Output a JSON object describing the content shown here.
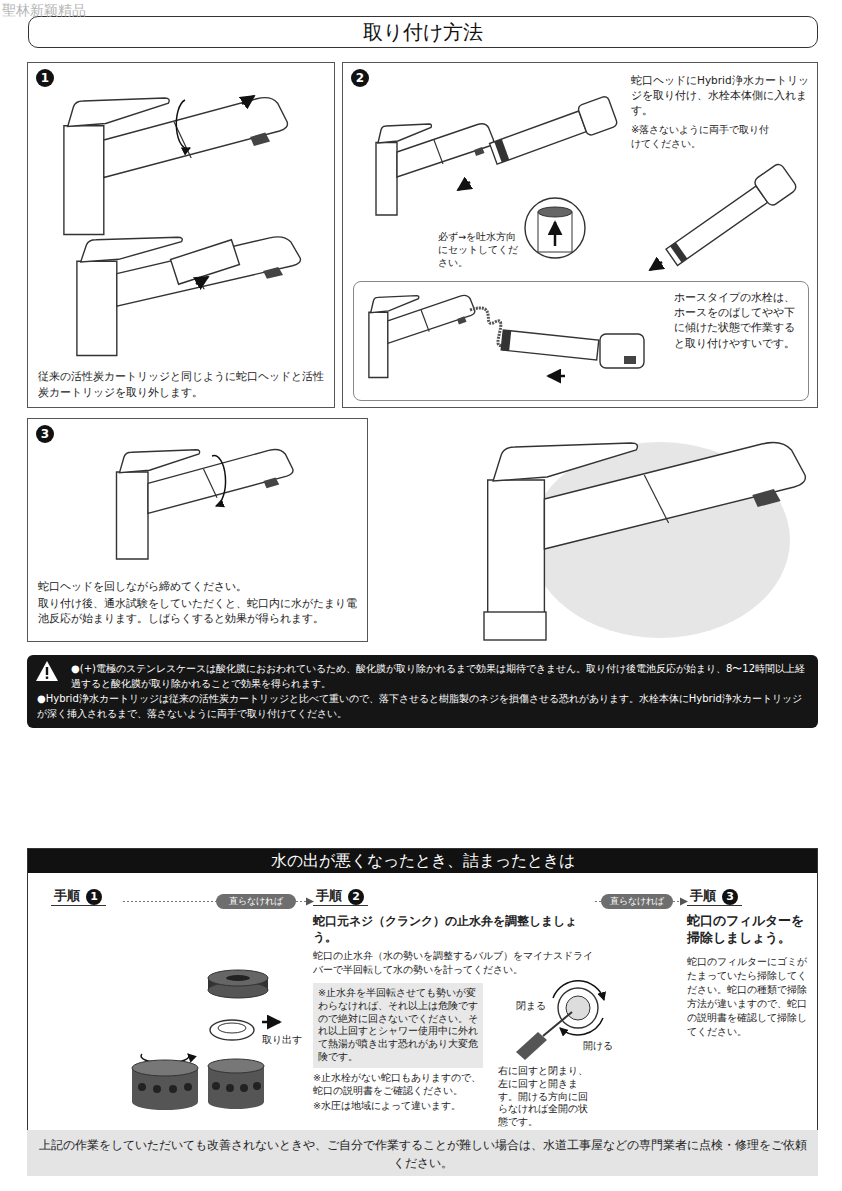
{
  "diagram": {
    "title": "取り付け方法",
    "nodes": [
      {
        "text": [
          "1",
          "従来の活性炭カートリッジと同じように蛇口ヘッドと活性炭カートリッジを取り外します。"
        ]
      },
      {
        "text": [
          "2",
          "蛇口ヘッドにHybrid浄水カートリッジを取り付け、水栓本体側に入れます。",
          "※落さないように両手で取り付けてください。",
          "必ず→を吐水方向にセットしてください。"
        ]
      },
      {
        "text": [
          "ホースタイプの水栓は、ホースをのばしてやや下に傾けた状態で作業すると取り付けやすいです。"
        ],
        "in": 1
      },
      {
        "text": [
          "3",
          "蛇口ヘッドを回しながら締めてください。",
          "取り付け後、通水試験をしていただくと、蛇口内に水がたまり電池反応が始まります。しばらくすると効果が得られます。"
        ]
      },
      {
        "text": [
          "●(+)電極のステンレスケースは酸化膜におおわれているため、酸化膜が取り除かれるまで効果は期待できません。取り付け後電池反応が始まり、8〜12時間以上経過すると酸化膜が取り除かれることで効果を得られます。",
          "●Hybrid浄水カートリッジは従来の活性炭カートリッジと比べて重いので、落下させると樹脂製のネジを損傷させる恐れがあります。水栓本体にHybrid浄水カートリッジが深く挿入されるまで、落さないように両手で取り付けてください。"
        ]
      },
      {
        "text": [
          "水の出が悪くなったとき、詰まったときは"
        ]
      },
      {
        "text": [
          "手順",
          "1"
        ],
        "in": 5
      },
      {
        "text": [
          "直らなければ"
        ],
        "in": 5
      },
      {
        "text": [
          "手順",
          "2",
          "蛇口元ネジ（クランク）の止水弁を調整しましょう。",
          "蛇口の止水弁（水の勢いを調整するバルブ）をマイナスドライバーで半回転して水の勢いを計ってください。",
          "※止水弁を半回転させても勢いが変わらなければ、それ以上は危険ですので絶対に回さないでください。それ以上回すとシャワー使用中に外れて熱湯が噴き出す恐れがあり大変危険です。",
          "※止水栓がない蛇口もありますので、蛇口の説明書をご確認ください。",
          "※水圧は地域によって違います。",
          "右に回すと閉まり、左に回すと開きます。開ける方向に回らなければ全開の状態です。"
        ],
        "in": 5
      },
      {
        "text": [
          "直らなければ"
        ],
        "in": 5
      },
      {
        "text": [
          "手順",
          "3",
          "蛇口のフィルターを掃除しましょう。",
          "蛇口のフィルターにゴミがたまっていたら掃除してください。蛇口の種類で掃除方法が違いますので、蛇口の説明書を確認して掃除してください。"
        ],
        "in": 5
      },
      {
        "text": [
          "上記の作業をしていただいても改善されないときや、ご自分で作業することが難しい場合は、水道工事屋などの専門業者に点検・修理をご依頼ください。"
        ]
      }
    ],
    "edges": [
      {
        "from": 6,
        "to": 7,
        "arrow": "none"
      },
      {
        "from": 7,
        "to": 8,
        "arrow": "to"
      },
      {
        "from": 8,
        "to": 9,
        "arrow": "none"
      },
      {
        "from": 9,
        "to": 10,
        "arrow": "to"
      }
    ],
    "labels": [
      "聖林新颖精品",
      "取り出す",
      "閉まる",
      "開ける"
    ]
  }
}
